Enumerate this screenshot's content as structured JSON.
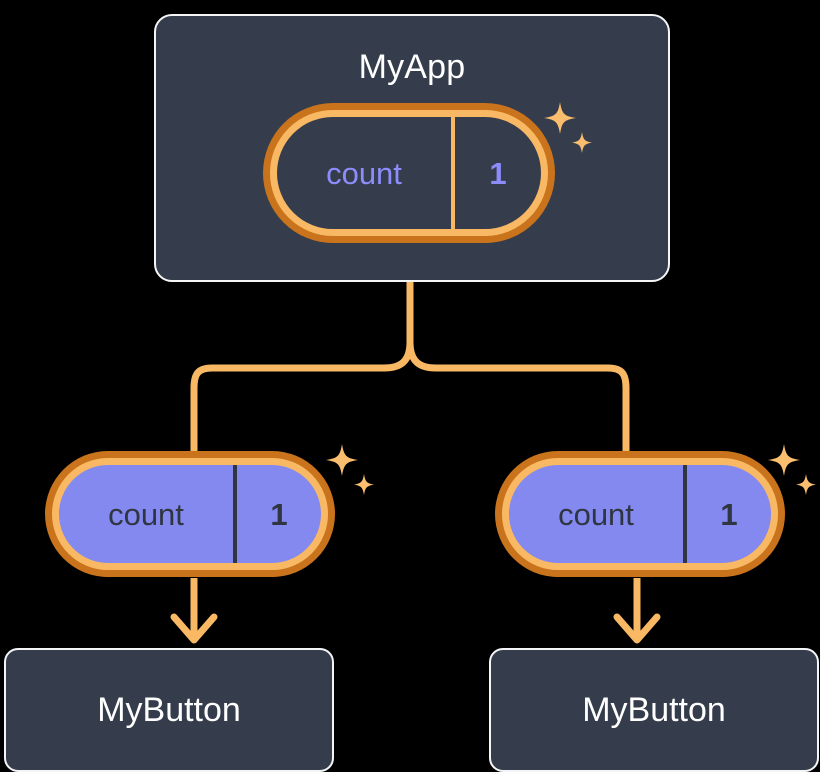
{
  "diagram": {
    "type": "component-tree",
    "title_node": "MyApp",
    "background_color": "#000000",
    "colors": {
      "card_bg": "#353c4b",
      "card_border": "#f4f5f7",
      "pill_border_light": "#f9b964",
      "pill_border_dark": "#c9741c",
      "pill_fill_purple": "#8389ee",
      "state_text_purple": "#8d8cfb",
      "state_text_dark": "#2f3541",
      "connector": "#f9b964",
      "sparkle": "#fbbe6e",
      "text_white": "#ffffff"
    }
  },
  "root": {
    "label": "MyApp",
    "state": {
      "key": "count",
      "value": "1",
      "style": "outline"
    },
    "sparkle_icon": "sparkles-icon"
  },
  "branches": [
    {
      "side": "left",
      "state": {
        "key": "count",
        "value": "1",
        "style": "filled"
      },
      "sparkle_icon": "sparkles-icon",
      "child": {
        "label": "MyButton"
      }
    },
    {
      "side": "right",
      "state": {
        "key": "count",
        "value": "1",
        "style": "filled"
      },
      "sparkle_icon": "sparkles-icon",
      "child": {
        "label": "MyButton"
      }
    }
  ],
  "connectors": {
    "fork_icon": "tree-fork-connector",
    "arrow_icon": "arrow-down-icon"
  }
}
